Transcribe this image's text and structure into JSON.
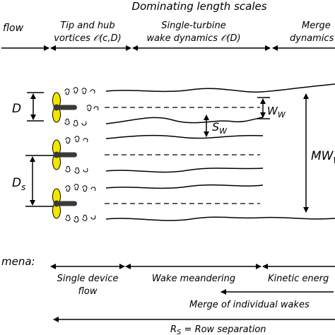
{
  "header": {
    "title": "Dominating length scales",
    "col_left": "flow",
    "col_tip_line1": "Tip and hub",
    "col_tip_line2": "vortices 𝒪(c,D)",
    "col_single_line1": "Single-turbine",
    "col_single_line2": "wake dynamics 𝒪(D)",
    "col_merge_line1": "Merge",
    "col_merge_line2": "dynamics"
  },
  "diagram": {
    "label_D": "D",
    "label_Ds": "D",
    "label_Ds_sub": "s",
    "label_Sw": "S",
    "label_Sw_sub": "W",
    "label_Ww": "W",
    "label_Ww_sub": "W",
    "label_MW": "MW",
    "label_MW_sub": "W"
  },
  "phenomena": {
    "label": "mena:",
    "single_line1": "Single device",
    "single_line2": "flow",
    "wake_meandering": "Wake meandering",
    "kinetic": "Kinetic energ",
    "merge_wakes": "Merge of individual wakes",
    "row_sep_R": "R",
    "row_sep_sub": "S",
    "row_sep_text": " = Row separation"
  },
  "colors": {
    "blade": "#f2e600",
    "nacelle": "#3a3a3a",
    "line": "#000000"
  }
}
